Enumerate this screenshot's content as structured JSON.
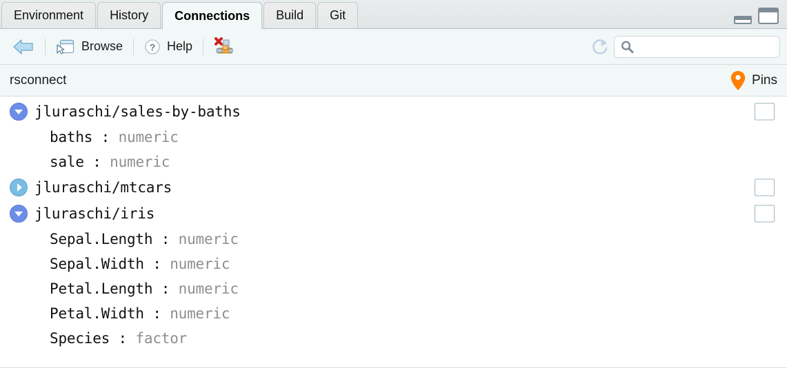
{
  "window": {
    "minimize_icon": "minimize-icon",
    "maximize_icon": "maximize-icon"
  },
  "tabs": [
    {
      "label": "Environment",
      "active": false
    },
    {
      "label": "History",
      "active": false
    },
    {
      "label": "Connections",
      "active": true
    },
    {
      "label": "Build",
      "active": false
    },
    {
      "label": "Git",
      "active": false
    }
  ],
  "toolbar": {
    "back_icon": "back-arrow-icon",
    "browse_label": "Browse",
    "browse_icon": "browse-window-icon",
    "help_label": "Help",
    "help_icon": "help-question-icon",
    "disconnect_icon": "disconnect-icon",
    "refresh_icon": "refresh-icon",
    "search_icon": "search-icon",
    "search_value": "",
    "search_placeholder": ""
  },
  "breadcrumb": {
    "text": "rsconnect",
    "pins_label": "Pins",
    "pins_icon": "map-pin-icon"
  },
  "connections": [
    {
      "name": "jluraschi/sales-by-baths",
      "expanded": true,
      "toggle_icon": "chevron-down-circle-icon",
      "table_icon": "table-grid-icon",
      "fields": [
        {
          "name": "baths",
          "separator": ":",
          "type": "numeric"
        },
        {
          "name": "sale",
          "separator": ":",
          "type": "numeric"
        }
      ]
    },
    {
      "name": "jluraschi/mtcars",
      "expanded": false,
      "toggle_icon": "chevron-right-circle-icon",
      "table_icon": "table-grid-icon",
      "fields": []
    },
    {
      "name": "jluraschi/iris",
      "expanded": true,
      "toggle_icon": "chevron-down-circle-icon",
      "table_icon": "table-grid-icon",
      "fields": [
        {
          "name": "Sepal.Length",
          "separator": ":",
          "type": "numeric"
        },
        {
          "name": "Sepal.Width",
          "separator": ":",
          "type": "numeric"
        },
        {
          "name": "Petal.Length",
          "separator": ":",
          "type": "numeric"
        },
        {
          "name": "Petal.Width",
          "separator": ":",
          "type": "numeric"
        },
        {
          "name": "Species",
          "separator": ":",
          "type": "factor"
        }
      ]
    }
  ],
  "colors": {
    "expanded_toggle": "#6d8ee8",
    "collapsed_toggle": "#79bce4",
    "pin_orange": "#ff8000",
    "tab_active_bg": "#f2f9f8",
    "toolbar_bg": "#f2f8f8",
    "field_type_gray": "#8e8e8e"
  }
}
